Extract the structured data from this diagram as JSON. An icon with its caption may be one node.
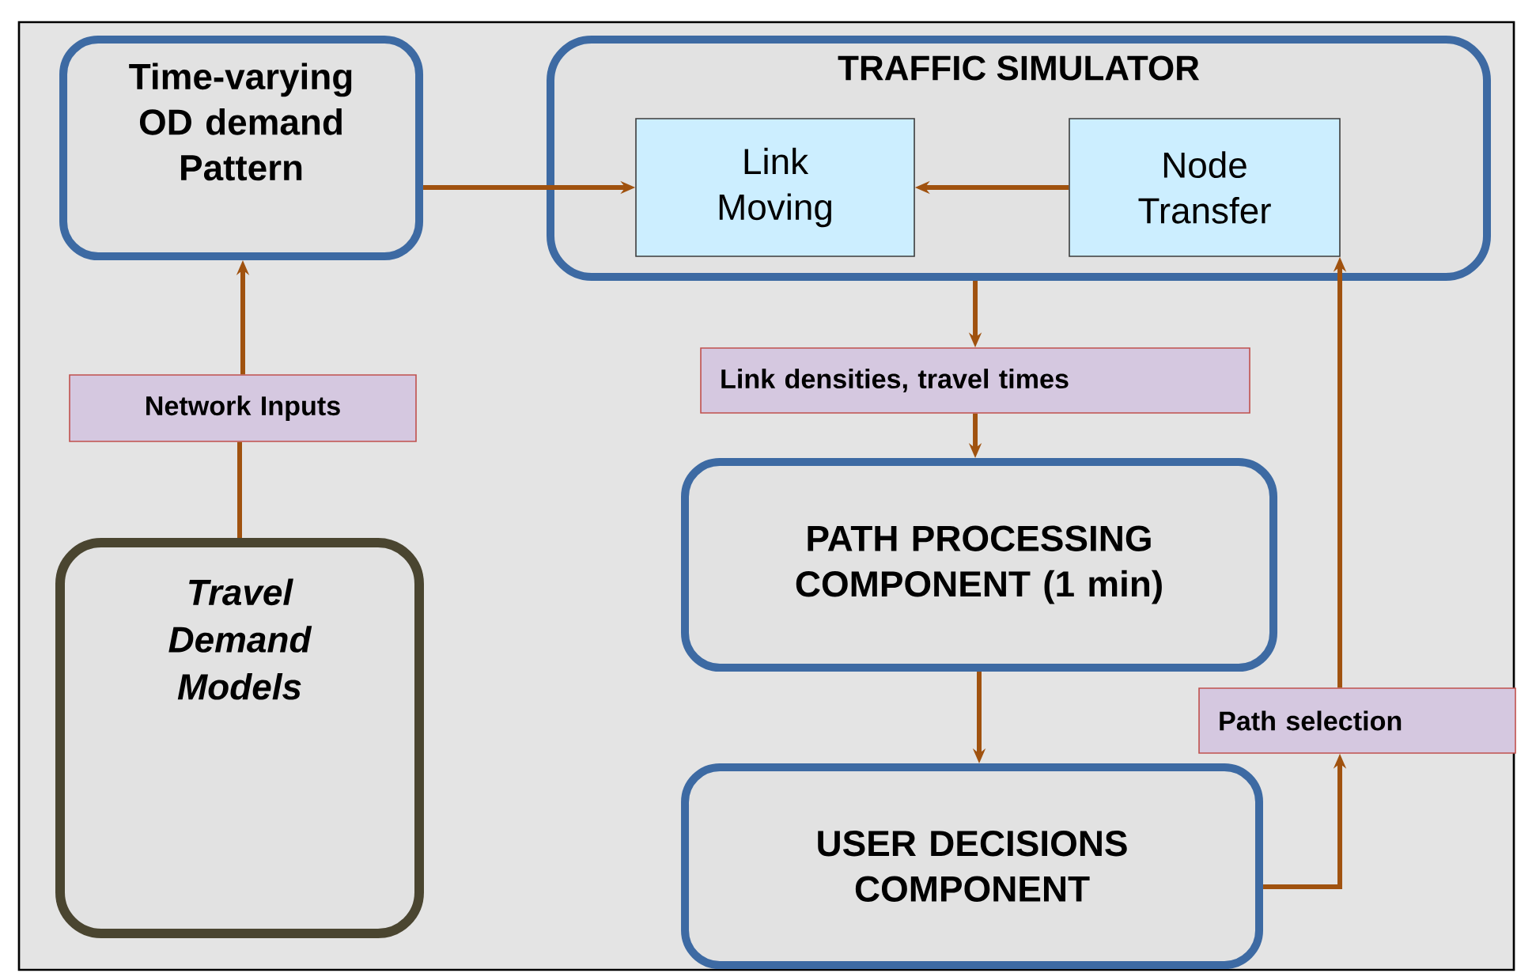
{
  "diagram": {
    "nodes": [
      {
        "text": [
          "Time-varying OD demand Pattern"
        ]
      },
      {
        "text": [
          "TRAFFIC SIMULATOR"
        ]
      },
      {
        "text": [
          "Link Moving"
        ],
        "in": 1
      },
      {
        "text": [
          "Node Transfer"
        ],
        "in": 1
      },
      {
        "text": [
          "Network Inputs"
        ]
      },
      {
        "text": [
          "Link densities, travel times"
        ]
      },
      {
        "text": [
          "PATH PROCESSING COMPONENT (1 min)"
        ]
      },
      {
        "text": [
          "Path selection"
        ]
      },
      {
        "text": [
          "USER DECISIONS COMPONENT"
        ]
      },
      {
        "text": [
          "Travel Demand Models"
        ]
      }
    ],
    "edges": [
      {
        "from": 0,
        "to": 2,
        "arrow": "to"
      },
      {
        "from": 3,
        "to": 2,
        "arrow": "to"
      },
      {
        "from": 1,
        "to": 5,
        "arrow": "to"
      },
      {
        "from": 5,
        "to": 6,
        "arrow": "to"
      },
      {
        "from": 6,
        "to": 8,
        "arrow": "to"
      },
      {
        "from": 8,
        "to": 7,
        "arrow": "to"
      },
      {
        "from": 7,
        "to": 3,
        "arrow": "to"
      },
      {
        "from": 9,
        "to": 4,
        "arrow": "none"
      },
      {
        "from": 4,
        "to": 0,
        "arrow": "to"
      }
    ]
  }
}
